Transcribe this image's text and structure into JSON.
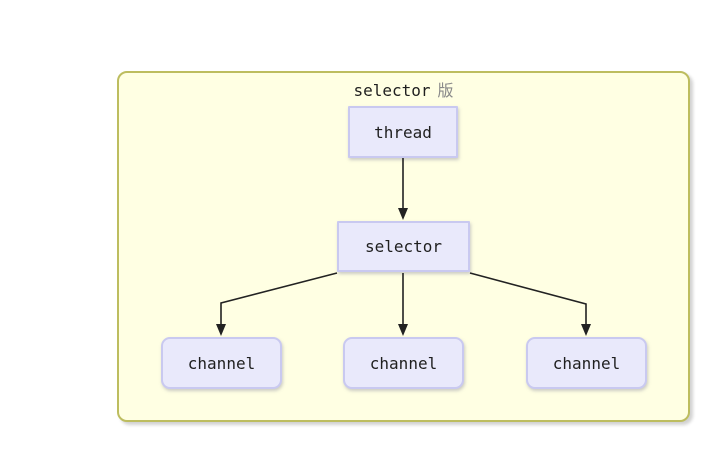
{
  "colors": {
    "canvas-bg": "#ffffff",
    "container-fill": "#ffffe3",
    "container-border": "#bdbd5f",
    "node-fill": "#e9e9fb",
    "node-border": "#c9c9f0",
    "text": "#1f1f1f",
    "title-suffix": "#8a8a8a",
    "arrow": "#222222"
  },
  "diagram": {
    "title": {
      "text": "selector",
      "suffix": "版"
    },
    "nodes": [
      {
        "id": "thread",
        "label": "thread"
      },
      {
        "id": "selector",
        "label": "selector"
      },
      {
        "id": "channel-1",
        "label": "channel"
      },
      {
        "id": "channel-2",
        "label": "channel"
      },
      {
        "id": "channel-3",
        "label": "channel"
      }
    ],
    "edges": [
      {
        "from": "thread",
        "to": "selector"
      },
      {
        "from": "selector",
        "to": "channel-1"
      },
      {
        "from": "selector",
        "to": "channel-2"
      },
      {
        "from": "selector",
        "to": "channel-3"
      }
    ]
  }
}
